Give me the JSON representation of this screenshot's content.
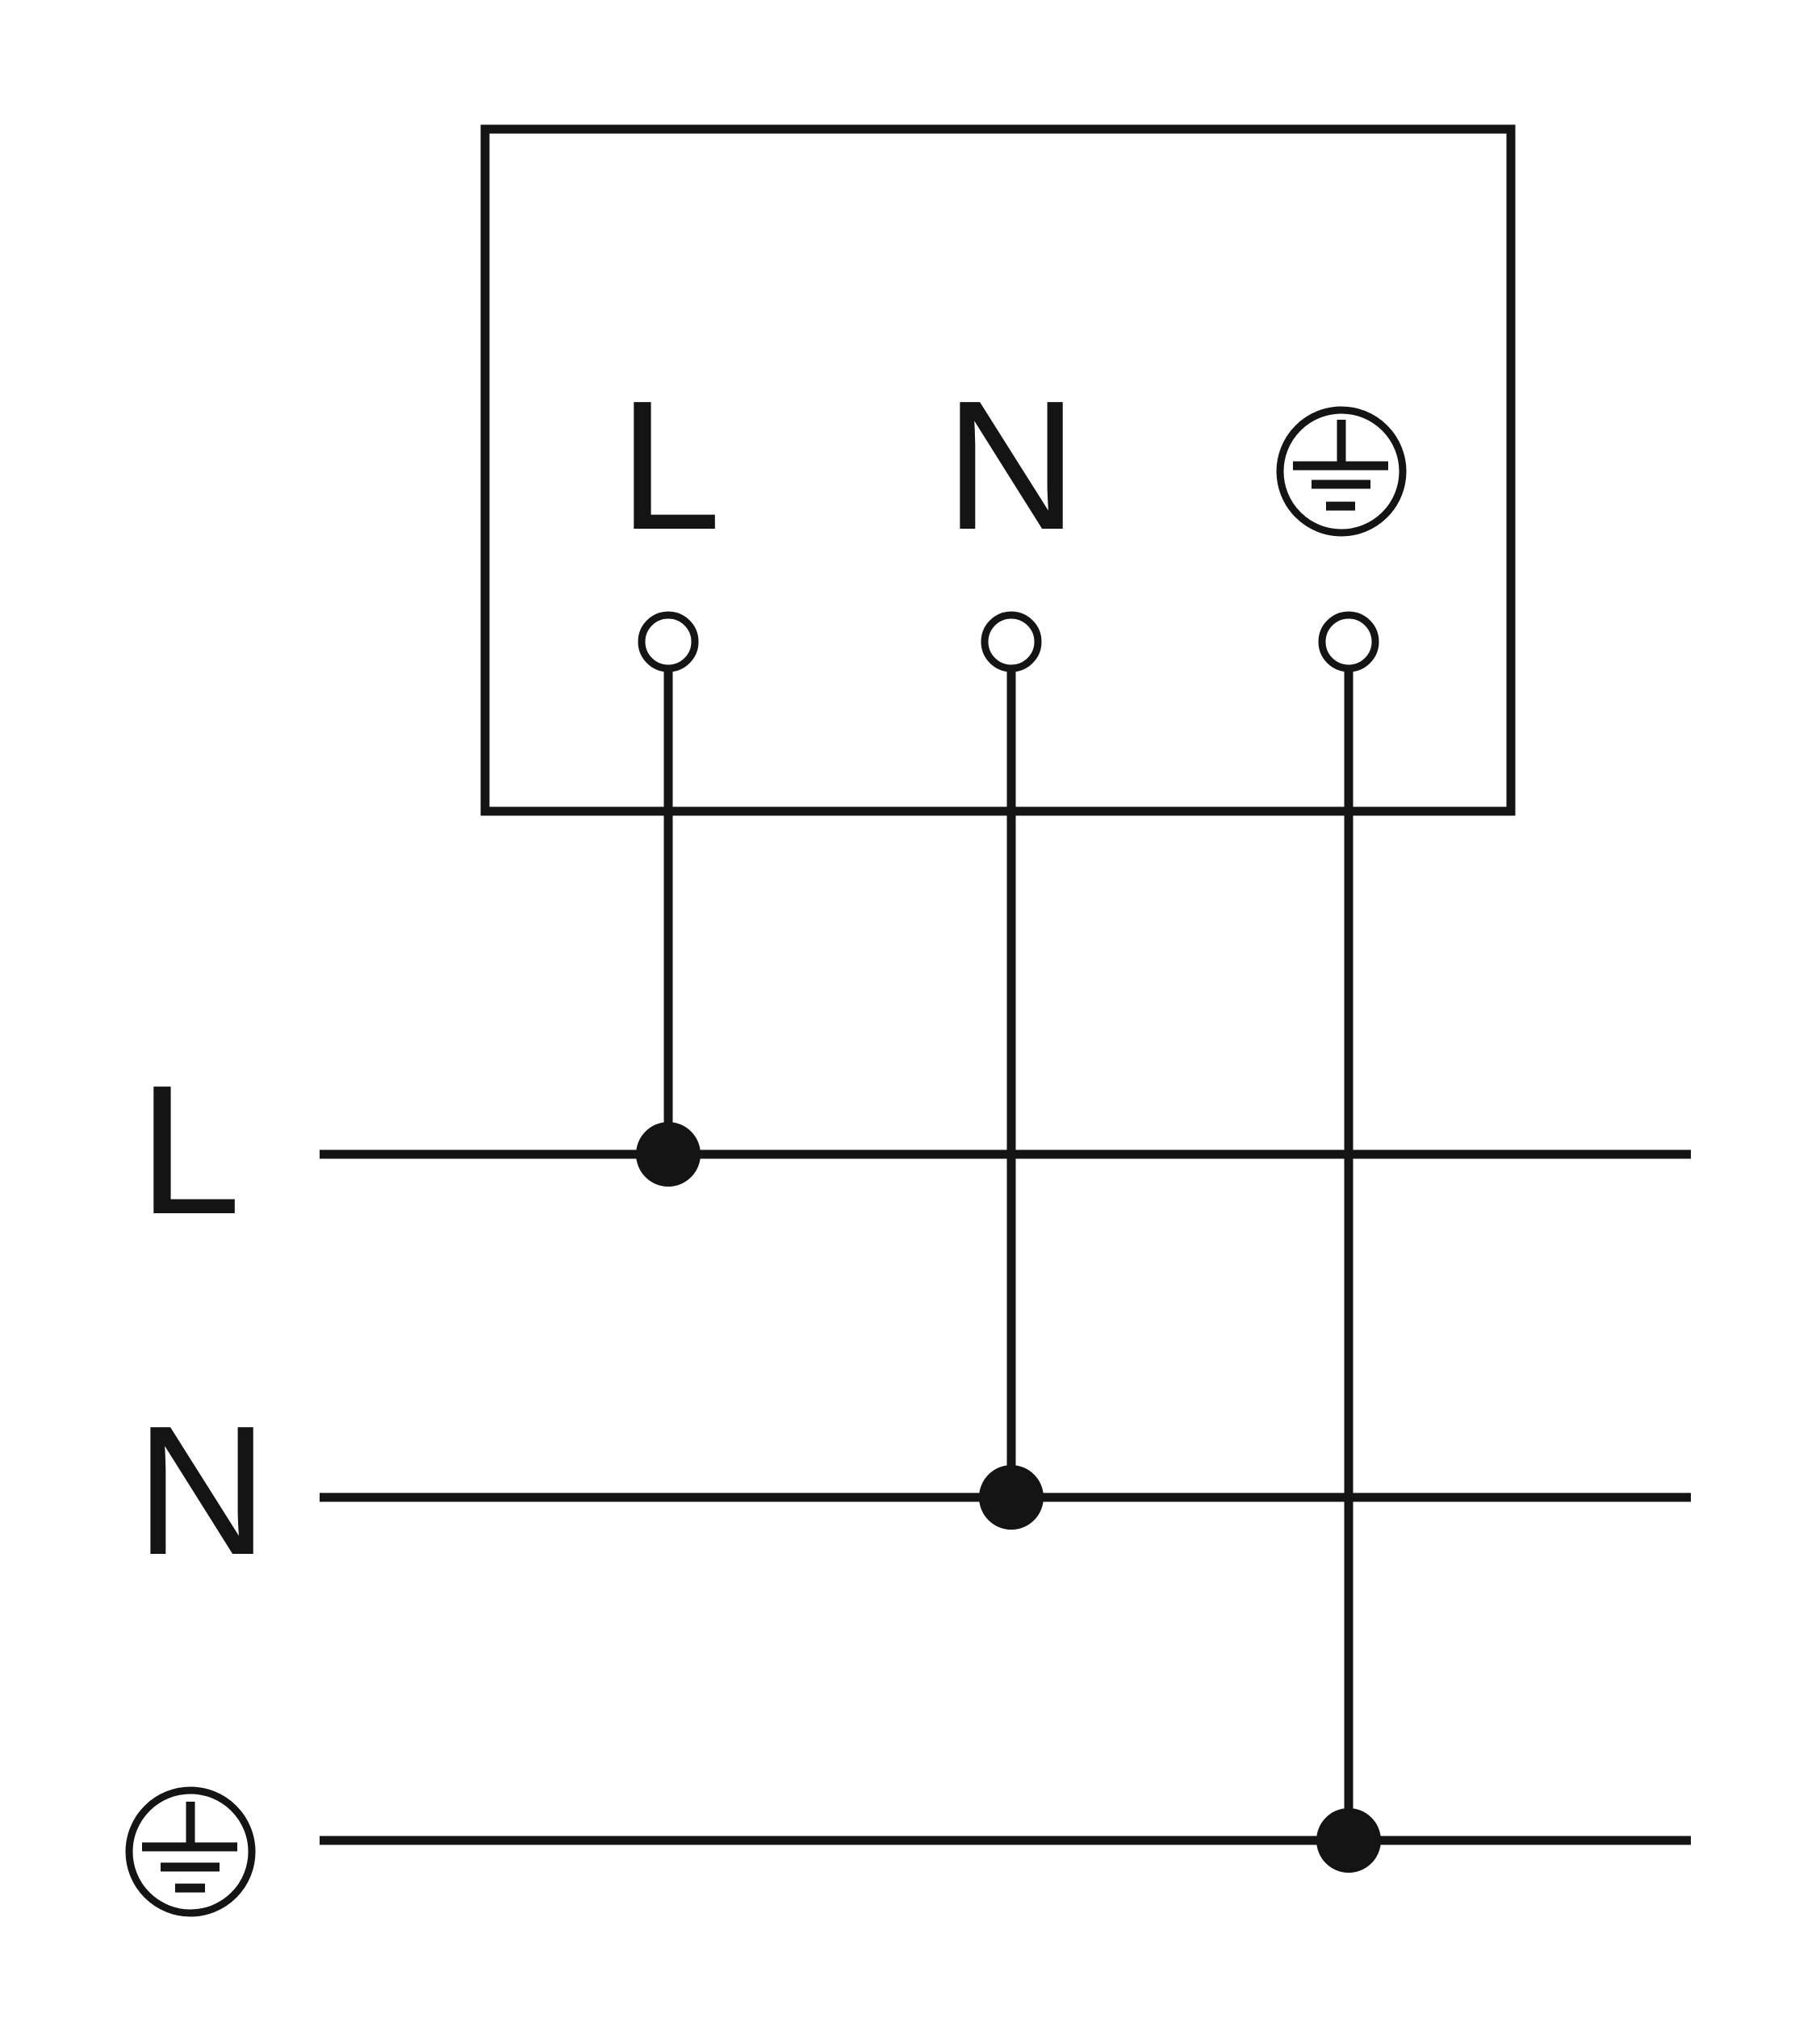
{
  "device": {
    "terminal_labels": [
      "L",
      "N"
    ],
    "earth_terminal_icon": "protective-earth-icon"
  },
  "bus": {
    "labels": [
      "L",
      "N"
    ],
    "earth_bus_icon": "protective-earth-icon"
  },
  "colors": {
    "line": "#141414",
    "background": "#ffffff"
  }
}
